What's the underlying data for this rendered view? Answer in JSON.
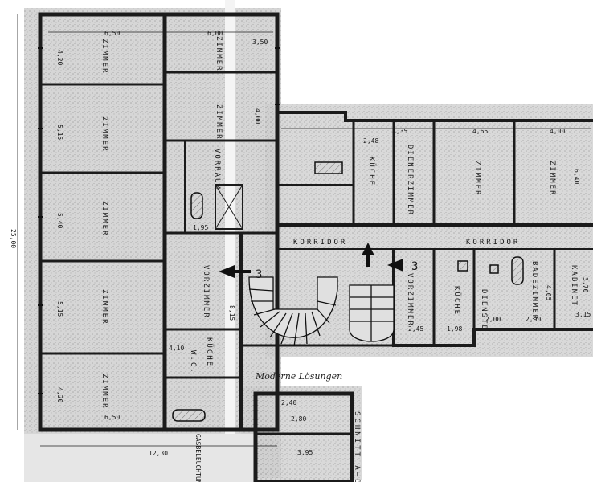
{
  "rooms": {
    "zimmer": "ZIMMER",
    "vorzimmer": "VORZIMMER",
    "voraum": "VORRAUM",
    "kuche": "KÜCHE",
    "dienerzimmer": "DIENERZIMMER",
    "korridor": "KORRIDOR",
    "dienstbotenzimmer": "DIENSTB.",
    "badezimmer": "BADEZIMMER",
    "kabinet": "KABINET",
    "wc": "W.C."
  },
  "labels": {
    "section": "SCHNITT A–B",
    "section_marker": "3",
    "signature": "Moderne Lösungen",
    "bottom_note": "GASBELEUCHTUNG"
  },
  "dimensions": {
    "total_height": "25,00",
    "total_width": "12,30",
    "d_6_50_top": "6,50",
    "d_6_00": "6,00",
    "d_3_50": "3,50",
    "d_4_20_top": "4,20",
    "d_5_15_a": "5,15",
    "d_5_40": "5,40",
    "d_5_15_b": "5,15",
    "d_4_20_bot": "4,20",
    "d_6_50_bot": "6,50",
    "d_4_00_a": "4,00",
    "d_2_48": "2,48",
    "d_4_35": "4,35",
    "d_4_65": "4,65",
    "d_4_00_b": "4,00",
    "d_6_40": "6,40",
    "d_2_45": "2,45",
    "d_1_98": "1,98",
    "d_2_00": "2,00",
    "d_2_90": "2,90",
    "d_3_15": "3,15",
    "d_4_05": "4,05",
    "d_3_70": "3,70",
    "d_2_40": "2,40",
    "d_3_95": "3,95",
    "d_2_80": "2,80",
    "d_4_10": "4,10",
    "d_1_95": "1,95",
    "d_8_15": "8,15"
  }
}
